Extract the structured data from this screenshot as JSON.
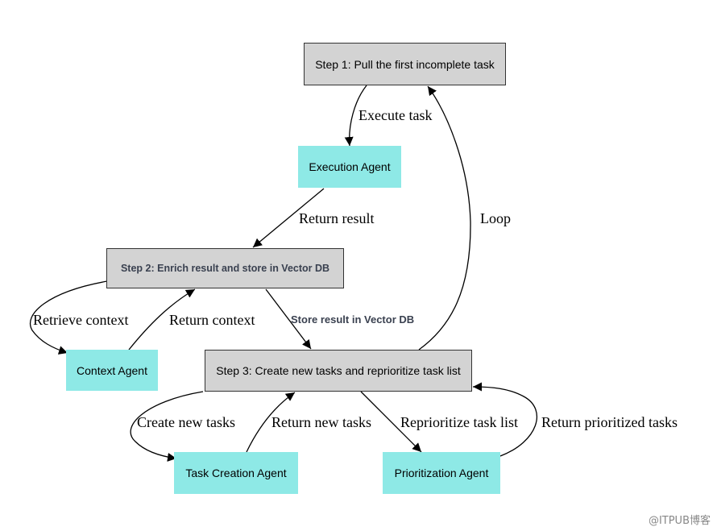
{
  "nodes": {
    "step1": "Step 1: Pull the first incomplete task",
    "execution_agent": "Execution Agent",
    "step2": "Step 2: Enrich result and store in Vector DB",
    "context_agent": "Context Agent",
    "step3": "Step 3: Create new tasks and reprioritize task list",
    "task_creation_agent": "Task Creation Agent",
    "prioritization_agent": "Prioritization Agent"
  },
  "edges": {
    "execute_task": "Execute task",
    "return_result": "Return result",
    "loop": "Loop",
    "retrieve_context": "Retrieve context",
    "return_context": "Return context",
    "store_result": "Store result in Vector DB",
    "create_new_tasks": "Create new tasks",
    "return_new_tasks": "Return new tasks",
    "reprioritize": "Reprioritize task list",
    "return_prioritized": "Return prioritized tasks"
  },
  "watermark": "@ITPUB博客",
  "colors": {
    "step_fill": "#d3d3d3",
    "agent_fill": "#8ee9e6",
    "edge": "#000000"
  }
}
